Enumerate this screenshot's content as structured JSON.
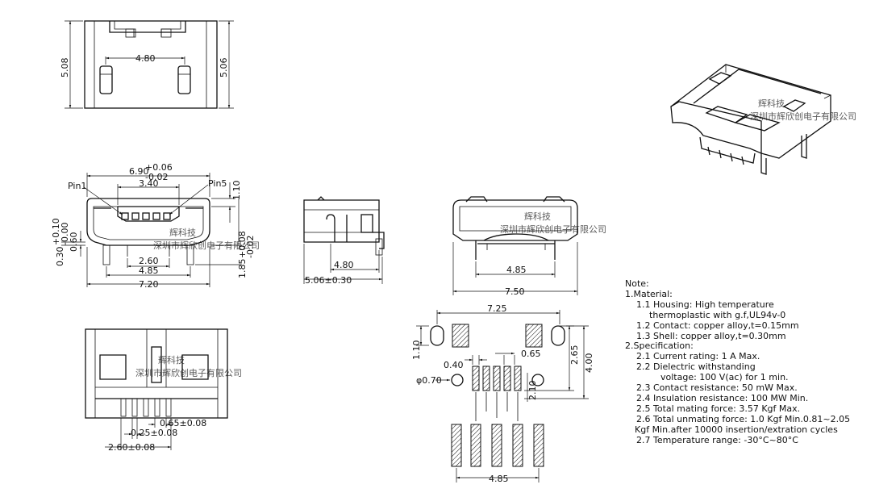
{
  "top_view": {
    "height_left": "5.08",
    "height_right": "5.06",
    "pin_span": "4.80"
  },
  "front_view": {
    "width": "6.90",
    "width_tol_plus": "+0.06",
    "width_tol_minus": "-0.02",
    "opening": "3.40",
    "pin1_label": "Pin1",
    "pin5_label": "Pin5",
    "top_gap": "1.10",
    "left_offset": "0.30",
    "left_offset_tol_plus": "+0.10",
    "left_offset_tol_minus": "-0.00",
    "left_height": "0.60",
    "right_height": "1.85",
    "right_height_tol_plus": "+0.08",
    "right_height_tol_minus": "-0.02",
    "inner_span": "2.60",
    "mid_span": "4.85",
    "outer_span": "7.20"
  },
  "side_view": {
    "pin_span": "4.80",
    "length": "5.06±0.30"
  },
  "rear_view": {
    "inner_span": "4.85",
    "outer_span": "7.50"
  },
  "bottom_view": {
    "pitch": "0.65±0.08",
    "pin_width": "0.25±0.08",
    "span": "2.60±0.08"
  },
  "pcb_layout": {
    "width": "7.25",
    "slot_height": "1.10",
    "pad_width": "0.40",
    "pad_pitch": "0.65",
    "hole_dia": "φ0.70",
    "pad_height": "2.65",
    "total_height": "4.00",
    "hole_offset": "2.10",
    "bottom_span": "4.85"
  },
  "watermark": {
    "brand": "辉科技",
    "company": "深圳市辉欣创电子有限公司"
  },
  "notes": {
    "title": "Note:",
    "material_heading": "1.Material:",
    "housing_1": "1.1 Housing: High temperature",
    "housing_2": "thermoplastic with g.f,UL94v-0",
    "contact": "1.2 Contact: copper alloy,t=0.15mm",
    "shell": "1.3 Shell: copper alloy,t=0.30mm",
    "spec_heading": "2.Specification:",
    "current": "2.1 Current rating: 1 A Max.",
    "dielectric_1": "2.2 Dielectric withstanding",
    "dielectric_2": "voltage: 100 V(ac) for 1 min.",
    "contact_res": "2.3 Contact resistance: 50 mW Max.",
    "insulation": "2.4 Insulation resistance: 100 MW Min.",
    "mating": "2.5 Total mating force: 3.57 Kgf Max.",
    "unmating_1": "2.6 Total unmating force: 1.0 Kgf Min.0.81~2.05",
    "unmating_2": "Kgf Min.after 10000 insertion/extration cycles",
    "temperature": "2.7 Temperature range: -30°C~80°C"
  }
}
